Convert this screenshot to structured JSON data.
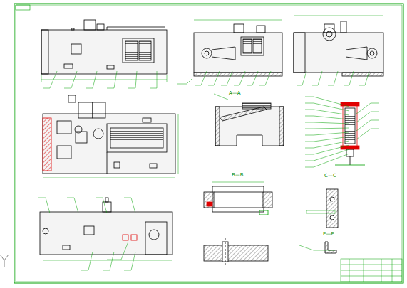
{
  "diagram": {
    "labels": [
      "A—A",
      "B—B",
      "C—C",
      "E—E"
    ]
  }
}
